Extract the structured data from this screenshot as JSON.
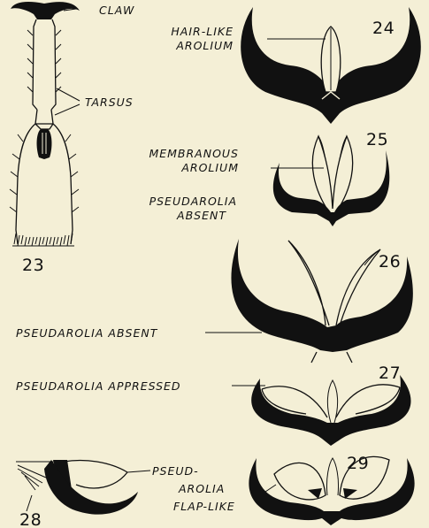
{
  "figure_numbers": {
    "f23": "23",
    "f24": "24",
    "f25": "25",
    "f26": "26",
    "f27": "27",
    "f28": "28",
    "f29": "29"
  },
  "labels": {
    "claw": "CLAW",
    "tarsus": "TARSUS",
    "hair_like": "HAIR-LIKE",
    "arolium_24": "AROLIUM",
    "membranous": "MEMBRANOUS",
    "arolium_25": "AROLIUM",
    "pseudarolia_25": "PSEUDAROLIA",
    "absent_25": "ABSENT",
    "pseudarolia_absent_26": "PSEUDAROLIA ABSENT",
    "pseudarolia_appressed": "PSEUDAROLIA APPRESSED",
    "pseud": "PSEUD-",
    "arolia": "AROLIA",
    "flap_like": "FLAP-LIKE"
  },
  "colors": {
    "background": "#f4efd6",
    "ink": "#111111"
  }
}
